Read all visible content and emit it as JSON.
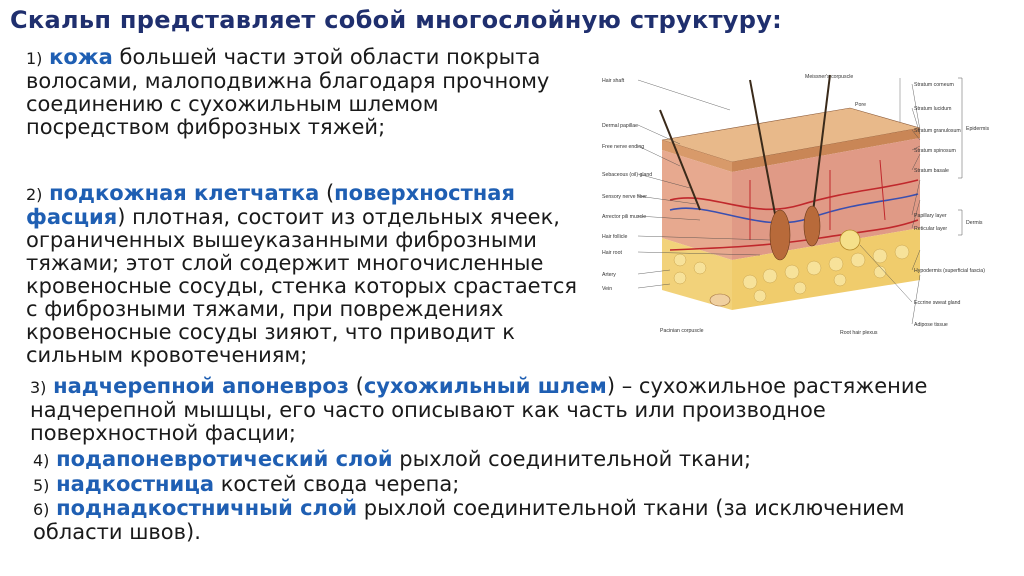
{
  "title": "Скальп представляет собой многослойную структуру:",
  "items": [
    {
      "num": "1)",
      "keyword": "кожа",
      "text": " большей части этой области покрыта волосами, малоподвижна благодаря прочному соединению с сухожильным шлемом посредством фиброзных тяжей;"
    },
    {
      "num": "2)",
      "keyword": "подкожная клетчатка",
      "kw2_open": " (",
      "keyword2": "поверхностная фасция",
      "kw2_close": ")",
      "text": " плотная, состоит из отдельных ячеек, ограниченных вышеуказанными фиброзными тяжами; этот слой содержит многочисленные кровеносные сосуды, стенка которых срастается с фиброзными тяжами, при повреждениях кровеносные сосуды зияют, что приводит к сильным кровотечениям;"
    },
    {
      "num": "3)",
      "keyword": "надчерепной апоневроз",
      "kw2_open": " (",
      "keyword2": "сухожильный шлем",
      "kw2_close": ")",
      "text": " – сухожильное растяжение надчерепной мышцы, его часто описывают как часть или производное поверхностной фасции;"
    },
    {
      "num": "4)",
      "keyword": "подапоневротический слой",
      "text": " рыхлой соединительной ткани;"
    },
    {
      "num": "5)",
      "keyword": "надкостница",
      "text": " костей свода черепа;"
    },
    {
      "num": "6)",
      "keyword": "поднадкостничный слой",
      "text": " рыхлой соединительной ткани (за исключением области швов)."
    }
  ],
  "figure": {
    "left_labels": [
      "Hair shaft",
      "Dermal papillae",
      "Free nerve ending",
      "Sebaceous (oil) gland",
      "Sensory nerve fiber",
      "Arrector pili muscle",
      "Hair follicle",
      "Hair root",
      "Artery",
      "Vein"
    ],
    "top_labels": [
      "Meissner's corpuscle",
      "Pore"
    ],
    "right_labels": [
      "Stratum corneum",
      "Stratum lucidum",
      "Stratum granulosum",
      "Stratum spinosum",
      "Stratum basale",
      "Papillary layer",
      "Reticular layer",
      "Hypodermis (superficial fascia)",
      "Eccrine sweat gland",
      "Adipose tissue"
    ],
    "groups": [
      "Epidermis",
      "Dermis"
    ],
    "bottom_labels": [
      "Pacinian corpuscle",
      "Root hair plexus"
    ]
  }
}
